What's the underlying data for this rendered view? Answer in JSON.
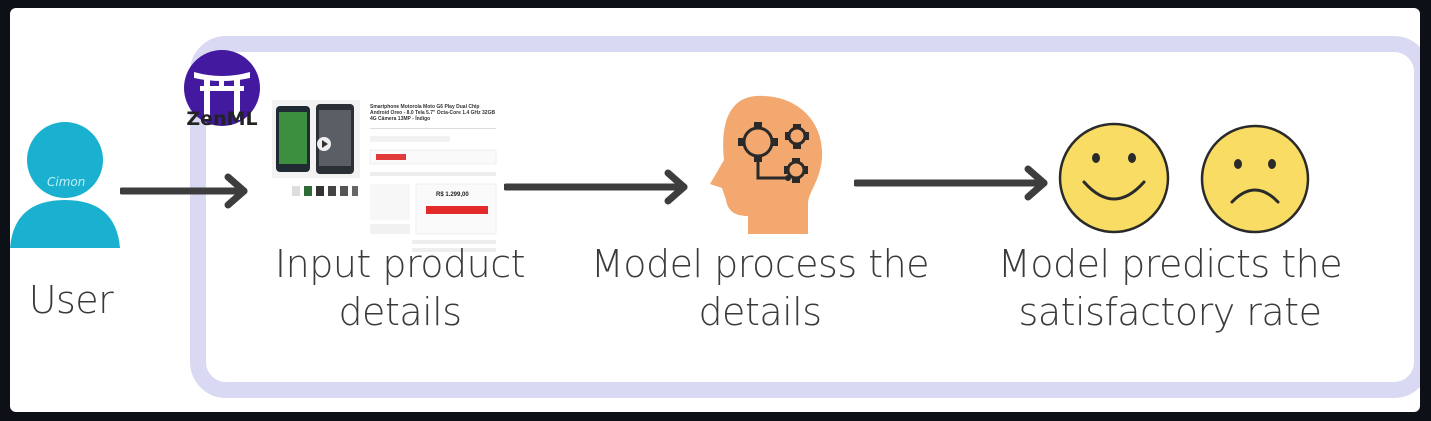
{
  "diagram": {
    "brand": "ZenML",
    "user_label": "User",
    "watermark": "Cimon",
    "steps": [
      {
        "id": "input",
        "line1": "Input product",
        "line2": "details"
      },
      {
        "id": "process",
        "line1": "Model process the",
        "line2": "details"
      },
      {
        "id": "predict",
        "line1": "Model predicts the",
        "line2": "satisfactory rate"
      }
    ],
    "product_preview": {
      "title": "Smartphone Motorola Moto G6 Play Dual Chip Android Oreo - 8.0 Tela 5.7\" Octa-Core 1.4 GHz 32GB 4G Câmera 13MP - Índigo",
      "price": "R$ 1.299,00"
    },
    "colors": {
      "frame": "#d9d9f3",
      "user": "#1ab0cf",
      "logo": "#43199f",
      "head": "#f3a870",
      "face": "#f8dc64",
      "arrow": "#3d3d3d"
    },
    "icons": [
      "user-icon",
      "torii-gate-icon",
      "head-gears-icon",
      "happy-face-icon",
      "sad-face-icon"
    ]
  }
}
